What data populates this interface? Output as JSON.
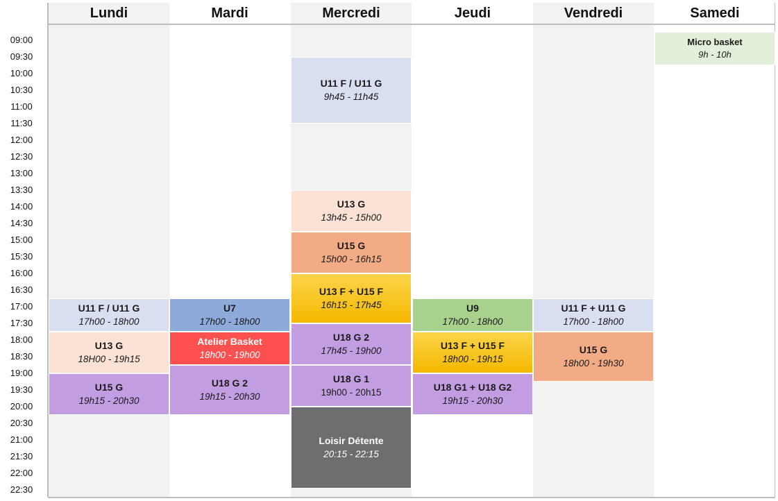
{
  "days": [
    "Lundi",
    "Mardi",
    "Mercredi",
    "Jeudi",
    "Vendredi",
    "Samedi"
  ],
  "times": [
    "09:00",
    "09:30",
    "10:00",
    "10:30",
    "11:00",
    "11:30",
    "12:00",
    "12:30",
    "13:00",
    "13:30",
    "14:00",
    "14:30",
    "15:00",
    "15:30",
    "16:00",
    "16:30",
    "17:00",
    "17:30",
    "18:00",
    "18:30",
    "19:00",
    "19:30",
    "20:00",
    "20:30",
    "21:00",
    "21:30",
    "22:00",
    "22:30"
  ],
  "events": [
    {
      "day": 0,
      "start": "17:00",
      "end": "18:00",
      "title": "U11 F / U11 G",
      "hours": "17h00 - 18h00",
      "color": "#d9dff0",
      "text_color": "#1a1a1a",
      "italic": true
    },
    {
      "day": 0,
      "start": "18:00",
      "end": "19:15",
      "title": "U13 G",
      "hours": "18H00 - 19h15",
      "color": "#fbe2d5",
      "text_color": "#1a1a1a",
      "italic": true
    },
    {
      "day": 0,
      "start": "19:15",
      "end": "20:30",
      "title": "U15 G",
      "hours": "19h15 - 20h30",
      "color": "#c39de2",
      "text_color": "#1a1a1a",
      "italic": true
    },
    {
      "day": 1,
      "start": "17:00",
      "end": "18:00",
      "title": "U7",
      "hours": "17h00 - 18h00",
      "color": "#8eaadb",
      "text_color": "#1a1a1a",
      "italic": true
    },
    {
      "day": 1,
      "start": "18:00",
      "end": "19:00",
      "title": "Atelier Basket",
      "hours": "18h00 - 19h00",
      "color": "#ff5050",
      "text_color": "#ffffff",
      "italic": true
    },
    {
      "day": 1,
      "start": "19:00",
      "end": "20:30",
      "title": "U18 G 2",
      "hours": "19h15 - 20h30",
      "color": "#c39de2",
      "text_color": "#1a1a1a",
      "italic": true
    },
    {
      "day": 2,
      "start": "09:45",
      "end": "11:45",
      "title": "U11 F / U11 G",
      "hours": "9h45 - 11h45",
      "color": "#d9dff0",
      "text_color": "#1a1a1a",
      "italic": true
    },
    {
      "day": 2,
      "start": "13:45",
      "end": "15:00",
      "title": "U13 G",
      "hours": "13h45 - 15h00",
      "color": "#fbe2d5",
      "text_color": "#1a1a1a",
      "italic": true
    },
    {
      "day": 2,
      "start": "15:00",
      "end": "16:15",
      "title": "U15 G",
      "hours": "15h00 - 16h15",
      "color": "#f2ab84",
      "text_color": "#1a1a1a",
      "italic": true
    },
    {
      "day": 2,
      "start": "16:15",
      "end": "17:45",
      "title": "U13 F + U15 F",
      "hours": "16h15 - 17h45",
      "color": "#fbd44a",
      "gradient": "#f5b800",
      "text_color": "#1a1a1a",
      "italic": true
    },
    {
      "day": 2,
      "start": "17:45",
      "end": "19:00",
      "title": "U18 G 2",
      "hours": "17h45 - 19h00",
      "color": "#c39de2",
      "text_color": "#1a1a1a",
      "italic": true
    },
    {
      "day": 2,
      "start": "19:00",
      "end": "20:15",
      "title": "U18 G 1",
      "hours": "19h00 - 20h15",
      "color": "#c39de2",
      "text_color": "#1a1a1a",
      "italic": false
    },
    {
      "day": 2,
      "start": "20:15",
      "end": "22:45",
      "title": "Loisir Détente",
      "hours": "20:15 - 22:15",
      "color": "#6e6e6e",
      "text_color": "#ffffff",
      "italic": true
    },
    {
      "day": 3,
      "start": "17:00",
      "end": "18:00",
      "title": "U9",
      "hours": "17h00 - 18h00",
      "color": "#a9d18e",
      "text_color": "#1a1a1a",
      "italic": true
    },
    {
      "day": 3,
      "start": "18:00",
      "end": "19:15",
      "title": "U13 F + U15 F",
      "hours": "18h00 - 19h15",
      "color": "#fbd44a",
      "gradient": "#f5b800",
      "text_color": "#1a1a1a",
      "italic": true
    },
    {
      "day": 3,
      "start": "19:15",
      "end": "20:30",
      "title": "U18 G1 + U18 G2",
      "hours": "19h15 - 20h30",
      "color": "#c39de2",
      "text_color": "#1a1a1a",
      "italic": true
    },
    {
      "day": 4,
      "start": "17:00",
      "end": "18:00",
      "title": "U11 F + U11 G",
      "hours": "17h00 - 18h00",
      "color": "#d9dff0",
      "text_color": "#1a1a1a",
      "italic": true
    },
    {
      "day": 4,
      "start": "18:00",
      "end": "19:30",
      "title": "U15 G",
      "hours": "18h00 - 19h30",
      "color": "#f2ab84",
      "text_color": "#1a1a1a",
      "italic": true
    },
    {
      "day": 5,
      "start": "09:00",
      "end": "10:00",
      "title": "Micro basket",
      "hours": "9h - 10h",
      "color": "#e2efda",
      "text_color": "#1a1a1a",
      "italic": true,
      "small": true
    }
  ]
}
